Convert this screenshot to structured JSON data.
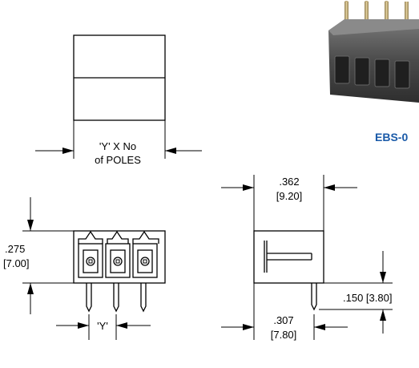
{
  "labels": {
    "pole_width_line1": "'Y' X No",
    "pole_width_line2": "of POLES",
    "height_in": ".275",
    "height_mm": "[7.00]",
    "pitch": "'Y'",
    "depth_in": ".362",
    "depth_mm": "[9.20]",
    "pin_length": ".150 [3.80]",
    "pin_offset_in": ".307",
    "pin_offset_mm": "[7.80]",
    "model_code": "EBS-0"
  },
  "colors": {
    "line": "#000000",
    "model_text": "#1a5aa8",
    "product_body": "#4f4f4f",
    "product_pins": "#c9b27a"
  }
}
